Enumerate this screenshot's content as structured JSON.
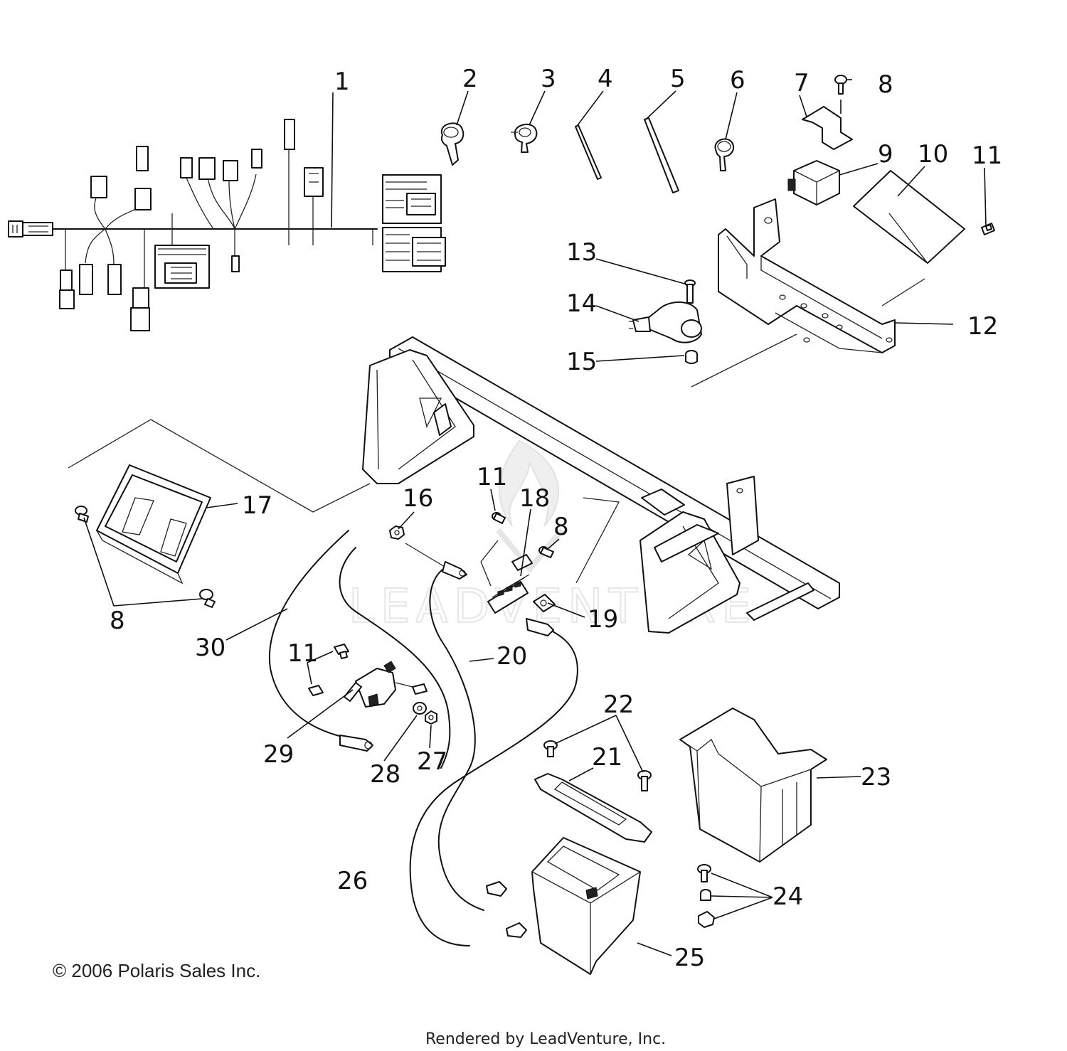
{
  "callouts": [
    {
      "id": "c1",
      "text": "1"
    },
    {
      "id": "c2",
      "text": "2"
    },
    {
      "id": "c3",
      "text": "3"
    },
    {
      "id": "c4",
      "text": "4"
    },
    {
      "id": "c5",
      "text": "5"
    },
    {
      "id": "c6",
      "text": "6"
    },
    {
      "id": "c7",
      "text": "7"
    },
    {
      "id": "c8a",
      "text": "8"
    },
    {
      "id": "c9",
      "text": "9"
    },
    {
      "id": "c10",
      "text": "10"
    },
    {
      "id": "c11a",
      "text": "11"
    },
    {
      "id": "c12",
      "text": "12"
    },
    {
      "id": "c13",
      "text": "13"
    },
    {
      "id": "c14",
      "text": "14"
    },
    {
      "id": "c15",
      "text": "15"
    },
    {
      "id": "c16",
      "text": "16"
    },
    {
      "id": "c11b",
      "text": "11"
    },
    {
      "id": "c18",
      "text": "18"
    },
    {
      "id": "c8b",
      "text": "8"
    },
    {
      "id": "c17",
      "text": "17"
    },
    {
      "id": "c8c",
      "text": "8"
    },
    {
      "id": "c19",
      "text": "19"
    },
    {
      "id": "c30",
      "text": "30"
    },
    {
      "id": "c11c",
      "text": "11"
    },
    {
      "id": "c20",
      "text": "20"
    },
    {
      "id": "c22",
      "text": "22"
    },
    {
      "id": "c21",
      "text": "21"
    },
    {
      "id": "c23",
      "text": "23"
    },
    {
      "id": "c29",
      "text": "29"
    },
    {
      "id": "c28",
      "text": "28"
    },
    {
      "id": "c27",
      "text": "27"
    },
    {
      "id": "c26",
      "text": "26"
    },
    {
      "id": "c24",
      "text": "24"
    },
    {
      "id": "c25",
      "text": "25"
    }
  ],
  "watermark": "LEADVENTURE",
  "footer": {
    "copyright": "© 2006 Polaris Sales Inc.",
    "rendered_by": "Rendered by LeadVenture, Inc."
  }
}
